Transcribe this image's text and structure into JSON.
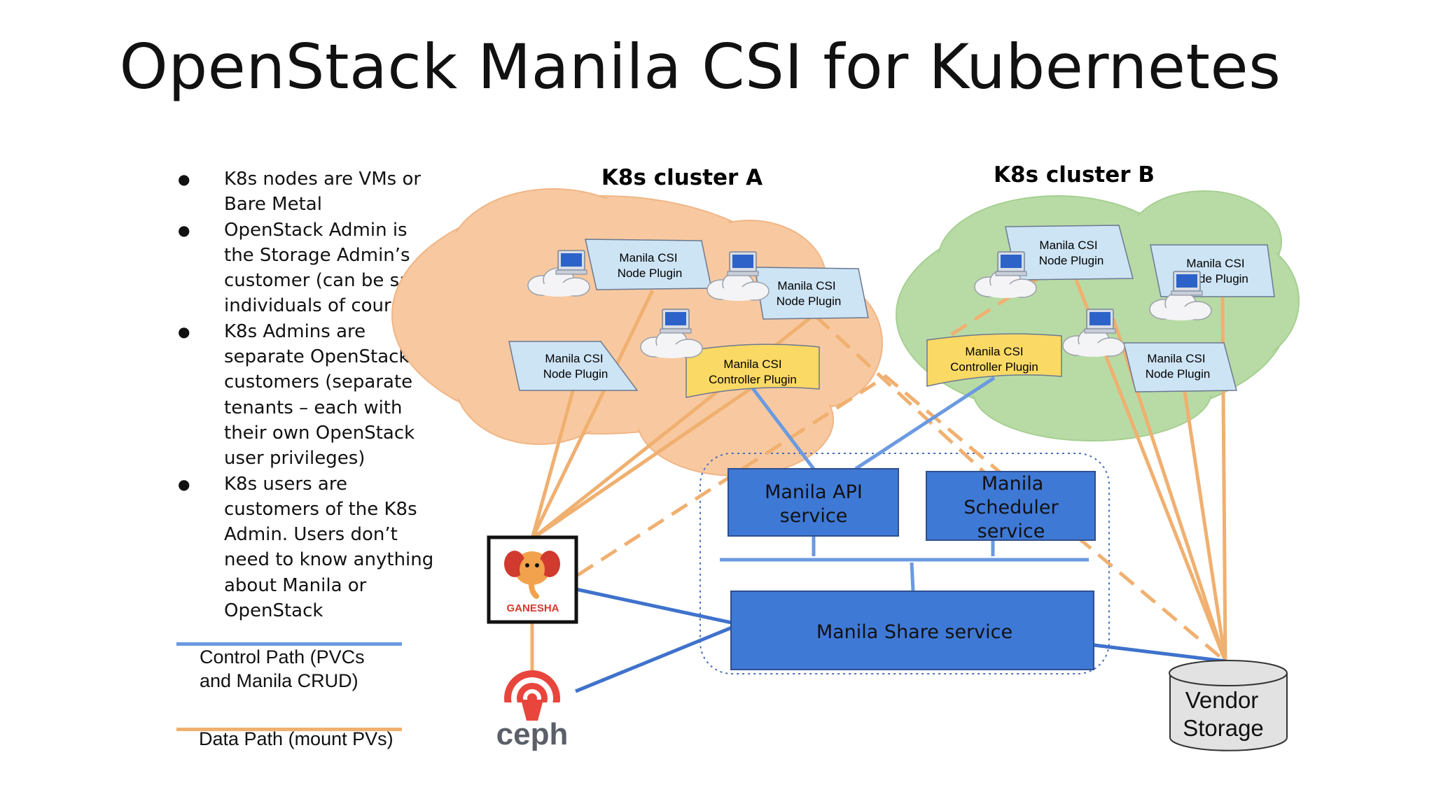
{
  "title": "OpenStack Manila CSI for Kubernetes",
  "bullets": [
    "K8s nodes are VMs or Bare Metal",
    "OpenStack Admin is the Storage Admin’s customer (can be same individuals of course)",
    "K8s Admins are separate OpenStack customers (separate tenants – each with their own OpenStack user privileges)",
    "K8s users are customers of the K8s Admin.  Users don’t need to know anything about Manila or OpenStack"
  ],
  "legend": {
    "control_line1": "Control Path (PVCs",
    "control_line2": "and Manila CRUD)",
    "data": "Data Path (mount PVs)",
    "control_color": "#6b9ae0",
    "data_color": "#f0b070"
  },
  "clusters": {
    "a": {
      "title": "K8s cluster A",
      "color": "#f8c9a0"
    },
    "b": {
      "title": "K8s cluster  B",
      "color": "#b8dba6"
    }
  },
  "plugins": {
    "node_line1": "Manila CSI",
    "node_line2": "Node Plugin",
    "node_b2_line2": "de Plugin",
    "controller_line1": "Manila CSI",
    "controller_line2": "Controller Plugin"
  },
  "services": {
    "api_line1": "Manila API",
    "api_line2": "service",
    "scheduler_line1": "Manila",
    "scheduler_line2": "Scheduler",
    "scheduler_line3": "service",
    "share": "Manila Share service",
    "color": "#3f79d6"
  },
  "ganesha": "GANESHA",
  "ceph": "ceph",
  "vendor_line1": "Vendor",
  "vendor_line2": "Storage"
}
